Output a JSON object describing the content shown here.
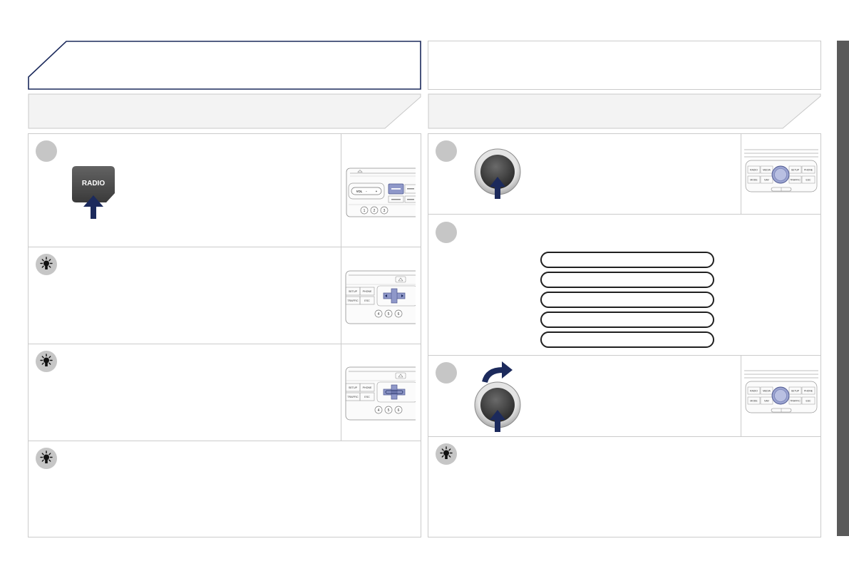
{
  "colors": {
    "navy": "#1c2a5c",
    "badge_gray": "#c6c6c6",
    "panel_border": "#cbcbcb",
    "band_fill": "#f3f3f3",
    "side_tab": "#5a5a5a",
    "highlight_blue": "#8f98c9"
  },
  "icons": {
    "step_badge": "step-badge",
    "tip": "lightbulb-icon",
    "radio_key": "radio-key-icon",
    "push_arrow": "push-arrow-icon",
    "rotary_knob": "rotary-knob-icon",
    "turn_arrow": "turn-arrow-icon"
  },
  "left_column": {
    "step_1": {
      "key_label": "RADIO"
    },
    "diagram_front_panel": {
      "volume_label": "VOL",
      "volume_minus": "-",
      "volume_plus": "+",
      "presets": [
        "1",
        "2",
        "3"
      ]
    },
    "diagram_nav_pad": {
      "buttons": [
        "SETUP",
        "PHONE",
        "TRAFFIC",
        "ESC"
      ],
      "presets": [
        "4",
        "5",
        "6"
      ]
    }
  },
  "right_column": {
    "diagram_console": {
      "buttons": [
        "RADIO",
        "MEDIA",
        "SETUP",
        "PHONE",
        "MODE",
        "NAV",
        "TRAFFIC",
        "ESC"
      ]
    }
  }
}
